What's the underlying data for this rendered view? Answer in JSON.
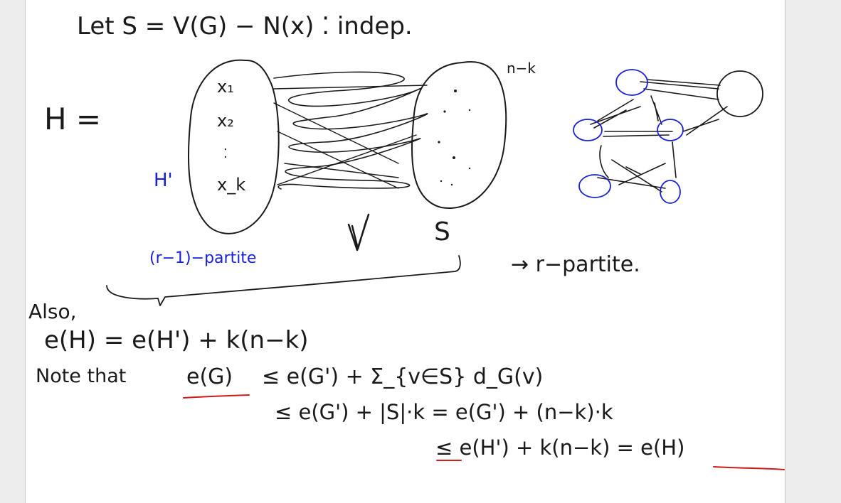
{
  "colors": {
    "ink": "#1a1a1a",
    "blue": "#1a22d8",
    "red": "#d11a1a",
    "page": "#ffffff",
    "gutter": "#ededed"
  },
  "note": {
    "line1": "Let S = V(G) − N(x)   ⁚ indep.",
    "h_label": "H =",
    "partA_items": [
      "x₁",
      "x₂",
      "⁚",
      "x_k"
    ],
    "h_prime_label": "H'",
    "n_minus_k": "n−k",
    "join_label": "V",
    "set_s_label": "S",
    "r1_partite": "(r−1)−partite",
    "r_partite": "→ r−partite.",
    "also": "Also,",
    "eq1": "e(H) = e(H') + k(n−k)",
    "note_that": "Note that",
    "ineq1_lhs": "e(G)",
    "ineq1_rhs": "≤  e(G') + Σ_{v∈S} d_G(v)",
    "ineq2": "≤ e(G') + |S|·k = e(G') + (n−k)·k",
    "ineq3": "≤  e(H') + k(n−k) = e(H)"
  }
}
